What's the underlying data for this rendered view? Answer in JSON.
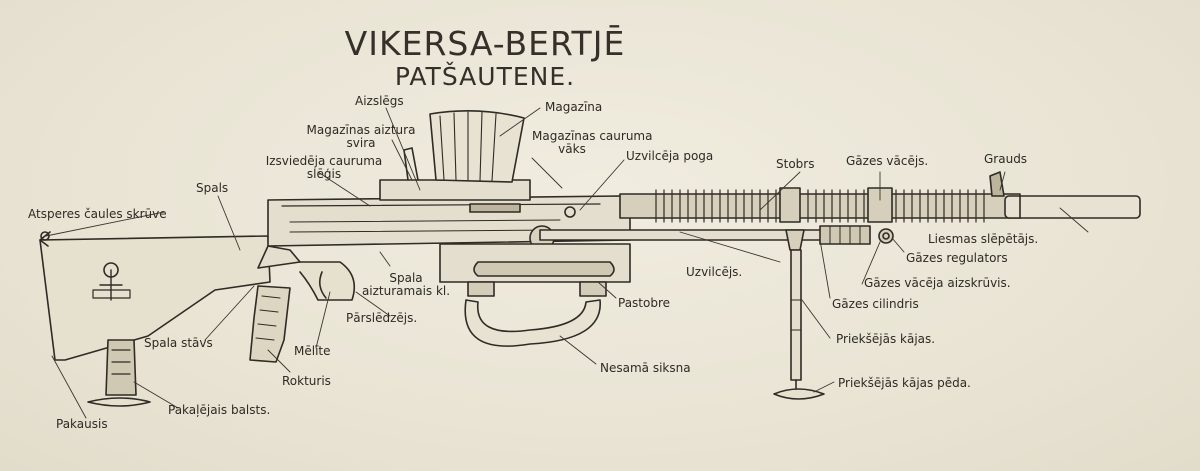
{
  "title": {
    "line1": "VIKERSA-BERTJĒ",
    "line2": "PATŠAUTENE."
  },
  "labels": {
    "aizslegs": "Aizslēgs",
    "magazina": "Magazīna",
    "magazinas_aiztura": "Magazīnas aiztura",
    "svira": "svira",
    "magazinas_cauruma": "Magazīnas cauruma",
    "vaks": "vāks",
    "izsviedeja_cauruma": "Izsviedēja cauruma",
    "slegis": "slēģis",
    "uzvilceja_poga": "Uzvilcēja poga",
    "stobrs": "Stobrs",
    "gazes_vacejs": "Gāzes vācējs.",
    "grauds": "Grauds",
    "spals": "Spals",
    "atsperes_caules": "Atsperes čaules skrūve",
    "liesmas_slepetajs": "Liesmas slēpētājs.",
    "gazes_regulators": "Gāzes regulators",
    "uzvilcejs": "Uzvilcējs.",
    "gazes_vaceja_aizskruvis": "Gāzes vācēja aizskrūvis.",
    "spala": "Spala",
    "aizturamais": "aizturamais kl.",
    "gazes_cilindris": "Gāzes cilindris",
    "pastobre": "Pastobre",
    "parsledzejs": "Pārslēdzējs.",
    "spala_stavs": "Spala stāvs",
    "prieksejas_kajas": "Priekšējās kājas.",
    "melite": "Mēlīte",
    "rokturis": "Rokturis",
    "nesama_siksna": "Nesamā siksna",
    "prieksejas_kajas_peda": "Priekšējās kājas pēda.",
    "pakalejais_balsts": "Pakaļējais balsts.",
    "pakausis": "Pakausis"
  }
}
